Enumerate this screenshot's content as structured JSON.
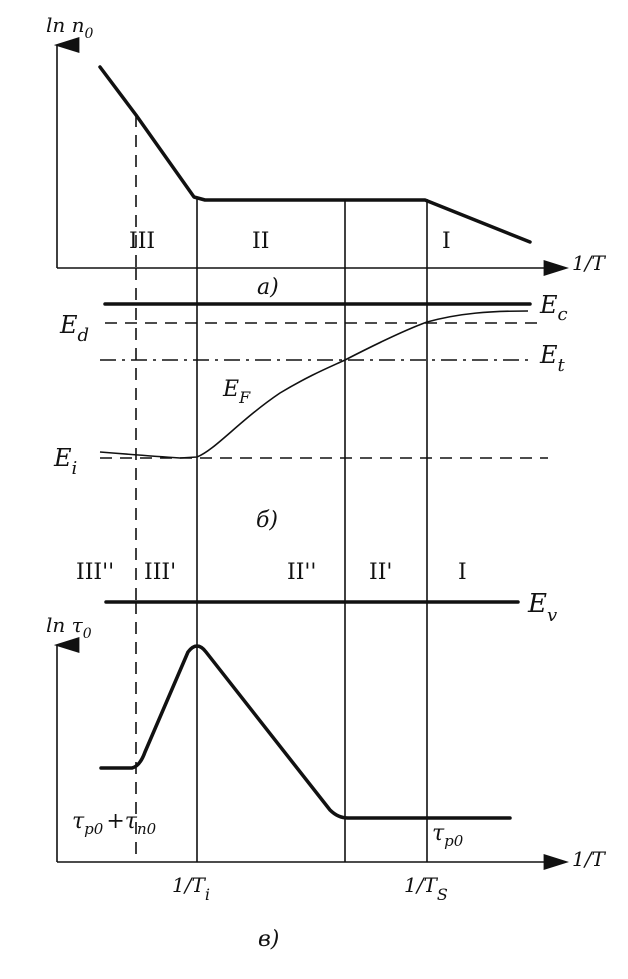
{
  "panel_a": {
    "y_axis_label": "ln n",
    "y_axis_sub": "0",
    "x_axis_label": "1/T",
    "regions": [
      "III",
      "II",
      "I"
    ],
    "caption": "а)"
  },
  "panel_b": {
    "levels": {
      "Ec": {
        "main": "E",
        "sub": "c"
      },
      "Ed": {
        "main": "E",
        "sub": "d"
      },
      "Et": {
        "main": "E",
        "sub": "t"
      },
      "Ei": {
        "main": "E",
        "sub": "i"
      },
      "EF": {
        "main": "E",
        "sub": "F"
      },
      "Ev": {
        "main": "E",
        "sub": "v"
      }
    },
    "caption": "б)",
    "regions": [
      "III''",
      "III'",
      "II''",
      "II'",
      "I"
    ]
  },
  "panel_c": {
    "y_axis_label": "ln τ",
    "y_axis_sub": "0",
    "x_axis_label": "1/T",
    "low_label_a": "τ",
    "low_label_a_sub1": "p0",
    "low_label_plus": "+τ",
    "low_label_a_sub2": "n0",
    "low_label_b": "τ",
    "low_label_b_sub": "p0",
    "tick_Ti": {
      "main": "1/T",
      "sub": "i"
    },
    "tick_TS": {
      "main": "1/T",
      "sub": "S"
    },
    "caption": "в)"
  }
}
